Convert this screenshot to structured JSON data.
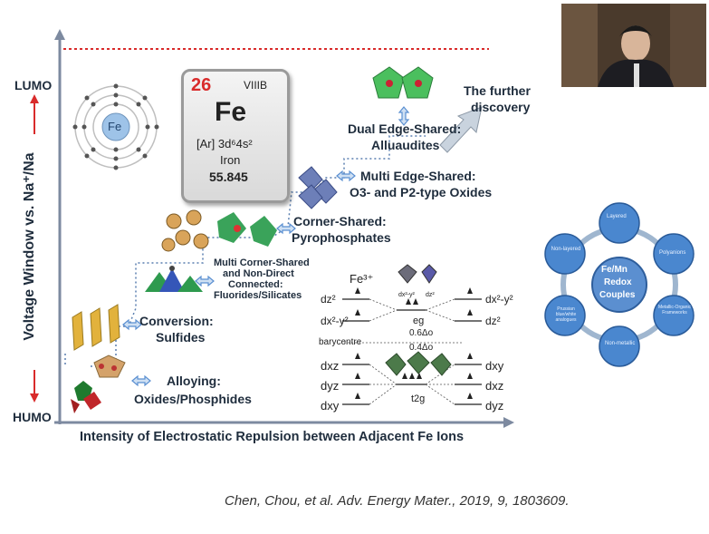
{
  "axis": {
    "y_label": "Voltage Window vs. Na⁺/Na",
    "y_top": "LUMO",
    "y_bottom": "HUMO",
    "x_label": "Intensity of Electrostatic Repulsion between Adjacent Fe Ions"
  },
  "atom": {
    "symbol": "Fe"
  },
  "element_card": {
    "number": "26",
    "group": "VIIIB",
    "symbol": "Fe",
    "config": "[Ar] 3d⁶4s²",
    "name": "Iron",
    "mass": "55.845"
  },
  "steps": [
    {
      "title": "Alloying:",
      "subtitle": "Oxides/Phosphides"
    },
    {
      "title": "Conversion:",
      "subtitle": "Sulfides"
    },
    {
      "title": "Multi Corner-Shared",
      "line2": "and Non-Direct",
      "line3": "Connected:",
      "subtitle": "Fluorides/Silicates"
    },
    {
      "title": "Corner-Shared:",
      "subtitle": "Pyrophosphates"
    },
    {
      "title": "Multi Edge-Shared:",
      "subtitle": "O3- and P2-type Oxides"
    },
    {
      "title": "Dual Edge-Shared:",
      "subtitle": "Alluaudites"
    }
  ],
  "further": {
    "line1": "The further",
    "line2": "discovery"
  },
  "crystal_field": {
    "ion": "Fe³⁺",
    "left_eg": [
      "dz²",
      "dx²-y²"
    ],
    "right_eg": [
      "dx²-y²",
      "dz²"
    ],
    "eg_label": "eg",
    "top_orbitals": [
      "dx²-y²",
      "dz²"
    ],
    "barycentre": "barycentre",
    "delta_up": "0.6Δo",
    "delta_down": "0.4Δo",
    "left_t2g": [
      "dxz",
      "dyz",
      "dxy"
    ],
    "right_t2g": [
      "dxy",
      "dxz",
      "dyz"
    ],
    "t2g_label": "t2g"
  },
  "ring": {
    "center": [
      "Fe/Mn",
      "Redox",
      "Couples"
    ],
    "nodes": [
      "Layered",
      "Polyanions",
      "Metallic-Organic Frameworks",
      "Non-metallic",
      "Prussian blue/white analogues",
      "Non-layered"
    ]
  },
  "citation": "Chen, Chou, et al. Adv. Energy Mater., 2019, 9, 1803609.",
  "colors": {
    "accent_red": "#d92b2b",
    "text": "#1f2d3d",
    "arrow_blue": "#5a8fd1",
    "ring_blue": "#3f7fc8"
  }
}
